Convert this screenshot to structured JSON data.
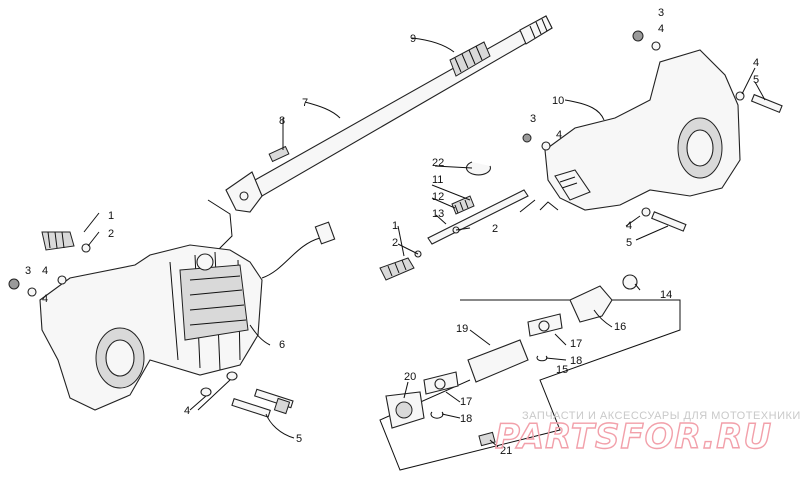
{
  "diagram": {
    "callouts": [
      "1",
      "2",
      "3",
      "4",
      "5",
      "6",
      "7",
      "8",
      "9",
      "10",
      "11",
      "12",
      "13",
      "14",
      "15",
      "16",
      "17",
      "18",
      "19",
      "20",
      "21",
      "22"
    ]
  },
  "watermark": {
    "tagline": "ЗАПЧАСТИ И АКСЕССУАРЫ ДЛЯ МОТОТЕХНИКИ",
    "logo_text": "PARTSFOR.RU",
    "color": "#f2a0aa"
  }
}
